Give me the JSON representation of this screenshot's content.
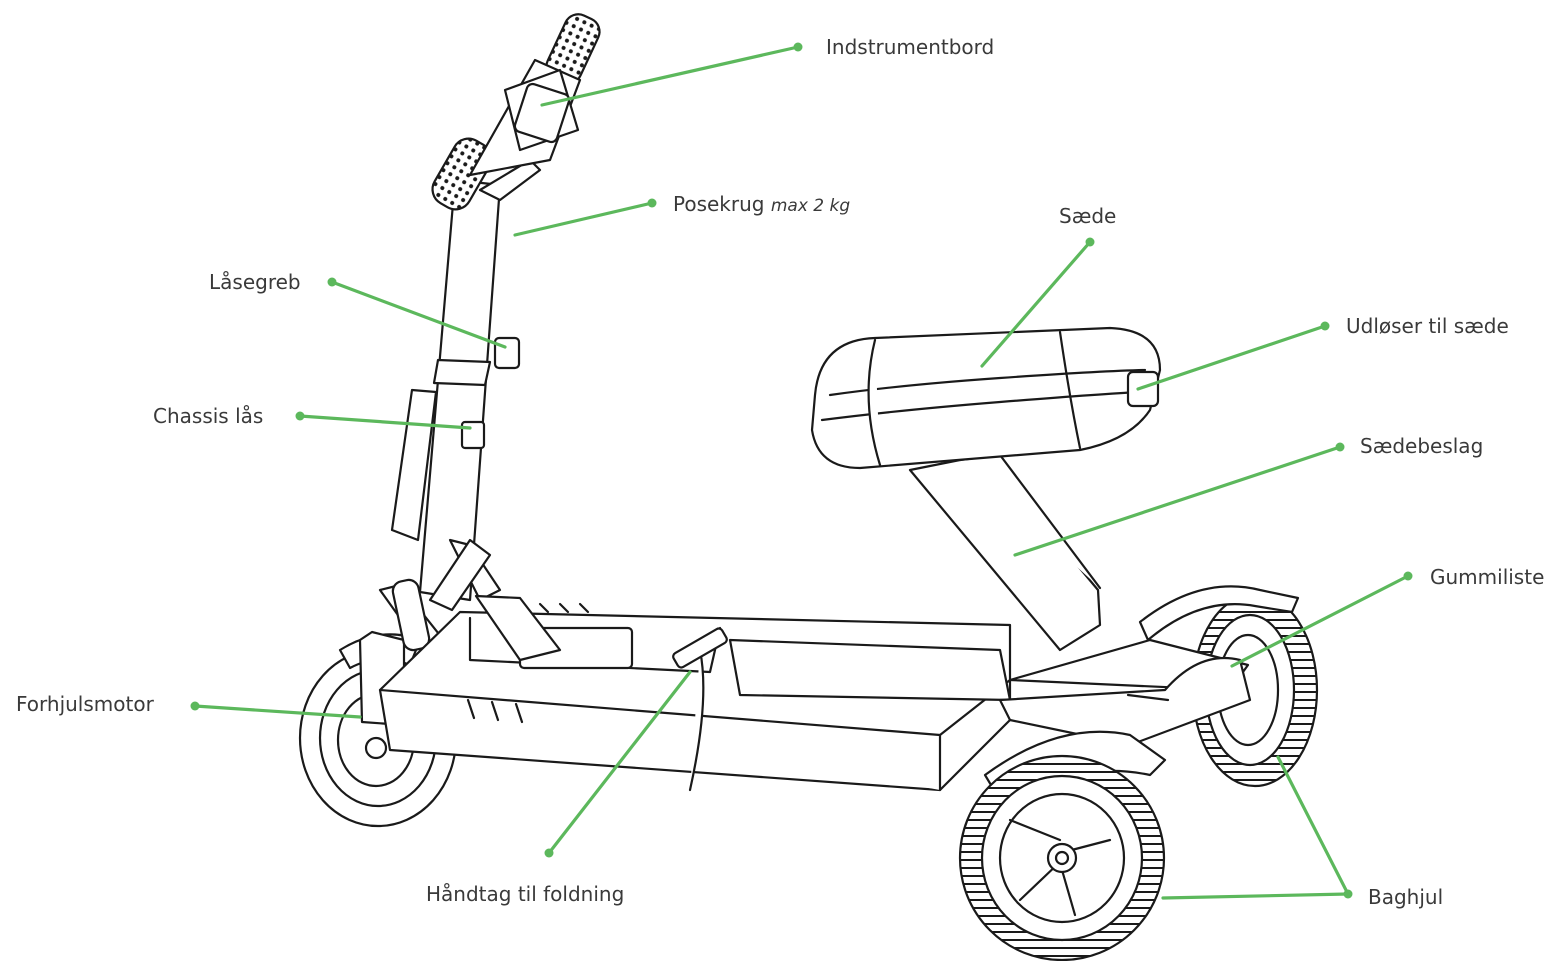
{
  "diagram": {
    "accent_color": "#5cb85c",
    "line_color": "#1a1a1a",
    "labels": {
      "indstrumentbord": "Indstrumentbord",
      "posekrug": "Posekrug",
      "posekrug_note": "max 2 kg",
      "saede": "Sæde",
      "laasegreb": "Låsegreb",
      "udloeser": "Udløser til sæde",
      "chassis": "Chassis lås",
      "saedebeslag": "Sædebeslag",
      "gummiliste": "Gummiliste",
      "forhjulsmotor": "Forhjulsmotor",
      "haandtag": "Håndtag til foldning",
      "baghjul": "Baghjul"
    }
  }
}
